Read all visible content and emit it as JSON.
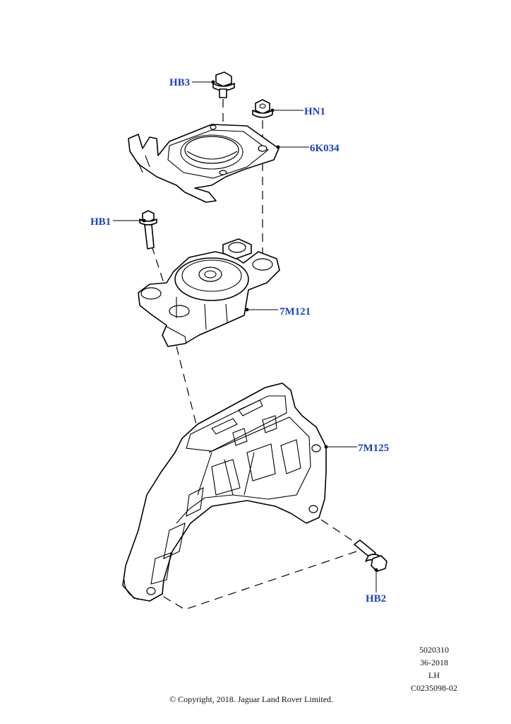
{
  "diagram": {
    "callouts": {
      "hb3": "HB3",
      "hn1": "HN1",
      "bracket_top": "6K034",
      "hb1": "HB1",
      "mount": "7M121",
      "bracket_lower": "7M125",
      "hb2": "HB2"
    },
    "callout_color": "#1a3fc4",
    "meta": {
      "code": "5020310",
      "date": "36-2018",
      "side": "LH",
      "ref": "C0235098-02"
    },
    "copyright": "© Copyright, 2018. Jaguar Land Rover Limited."
  }
}
